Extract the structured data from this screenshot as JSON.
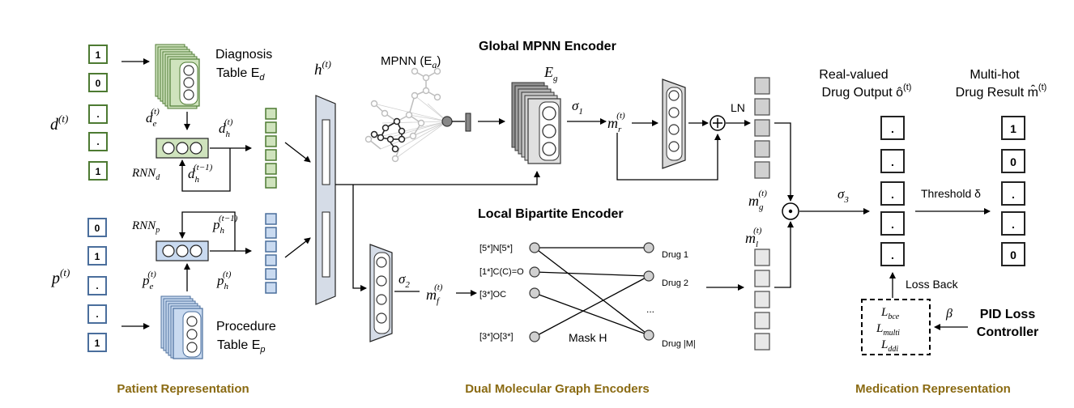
{
  "colors": {
    "green": "#4d7a32",
    "green_fill": "#cfe3bd",
    "blue": "#4a6e9c",
    "blue_fill": "#c9daf0",
    "section_label": "#8a6a12",
    "gray_fill": "#d0d0d0"
  },
  "icons": {
    "sum": "circle-plus",
    "hadamard": "circle-dot"
  },
  "patient": {
    "diag_symbol": "d",
    "diag_sup": "(t)",
    "diag_vector": [
      "1",
      "0",
      ".",
      ".",
      "1"
    ],
    "diag_table_line1": "Diagnosis",
    "diag_table_line2": "Table E",
    "diag_table_sub": "d",
    "d_e": "d",
    "d_e_sub": "e",
    "d_e_sup": "(t)",
    "rnn_d": "RNN",
    "rnn_d_sub": "d",
    "d_h": "d",
    "d_h_sub": "h",
    "d_h_sup": "(t)",
    "d_h_prev": "d",
    "d_h_prev_sub": "h",
    "d_h_prev_sup": "(t−1)",
    "proc_symbol": "p",
    "proc_sup": "(t)",
    "proc_vector": [
      "0",
      "1",
      ".",
      ".",
      "1"
    ],
    "proc_table_line1": "Procedure",
    "proc_table_line2": "Table E",
    "proc_table_sub": "p",
    "p_e": "p",
    "p_e_sub": "e",
    "p_e_sup": "(t)",
    "rnn_p": "RNN",
    "rnn_p_sub": "p",
    "p_h": "p",
    "p_h_sub": "h",
    "p_h_sup": "(t)",
    "p_h_prev": "p",
    "p_h_prev_sub": "h",
    "p_h_prev_sup": "(t−1)",
    "h": "h",
    "h_sup": "(t)"
  },
  "encoders": {
    "global_title": "Global MPNN Encoder",
    "mpnn_label": "MPNN (E",
    "mpnn_sub": "a",
    "mpnn_close": ")",
    "eg": "E",
    "eg_sub": "g",
    "sigma1": "σ",
    "sigma1_sub": "1",
    "m_r": "m",
    "m_r_sub": "r",
    "m_r_sup": "(t)",
    "ln": "LN",
    "m_g": "m",
    "m_g_sub": "g",
    "m_g_sup": "(t)",
    "local_title": "Local Bipartite Encoder",
    "sigma2": "σ",
    "sigma2_sub": "2",
    "m_f": "m",
    "m_f_sub": "f",
    "m_f_sup": "(t)",
    "smiles": [
      "[5*]N[5*]",
      "[1*]C(C)=O",
      "[3*]OC",
      "[3*]O[3*]"
    ],
    "drugs": [
      "Drug 1",
      "Drug 2",
      "...",
      "Drug |M|"
    ],
    "mask": "Mask H",
    "m_l": "m",
    "m_l_sub": "l",
    "m_l_sup": "(t)"
  },
  "medication": {
    "real_title1": "Real-valued",
    "real_title2": "Drug Output ô",
    "real_sup": "(t)",
    "multi_title1": "Multi-hot",
    "multi_title2": "Drug Result m̂",
    "multi_sup": "(t)",
    "sigma3": "σ",
    "sigma3_sub": "3",
    "threshold": "Threshold δ",
    "real_vector": [
      ".",
      ".",
      ".",
      ".",
      "."
    ],
    "multi_vector": [
      "1",
      "0",
      ".",
      ".",
      "0"
    ],
    "loss_back": "Loss Back",
    "beta": "β",
    "l_bce": "L",
    "l_bce_sub": "bce",
    "l_multi": "L",
    "l_multi_sub": "multi",
    "l_ddi": "L",
    "l_ddi_sub": "ddi",
    "pid_line1": "PID Loss",
    "pid_line2": "Controller"
  },
  "sections": {
    "patient": "Patient Representation",
    "dual": "Dual Molecular Graph Encoders",
    "medication": "Medication Representation"
  }
}
